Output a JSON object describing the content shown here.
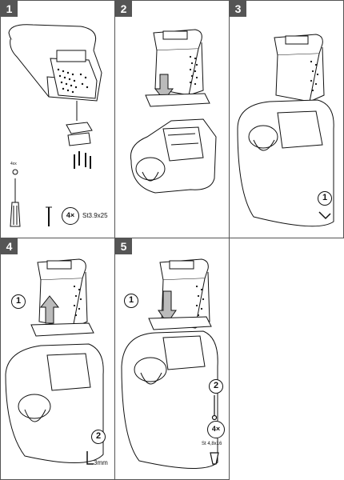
{
  "colors": {
    "badge": "#555555",
    "line": "#111111",
    "arrow": "#999999"
  },
  "panels": [
    {
      "number": "1",
      "screw_qty": "4×",
      "screw_spec": "St3.9x25",
      "tiny_label": "4xx",
      "icons": [
        "armrest-icon",
        "mounting-bracket-icon",
        "screw-icon",
        "screwdriver-icon"
      ]
    },
    {
      "number": "2",
      "icons": [
        "armrest-icon",
        "down-arrow-icon",
        "console-icon"
      ]
    },
    {
      "number": "3",
      "step": "1",
      "icons": [
        "armrest-icon",
        "console-icon",
        "clip-icon"
      ]
    },
    {
      "number": "4",
      "step1": "1",
      "step2": "2",
      "tool_label": "3mm",
      "icons": [
        "armrest-icon",
        "up-arrow-icon",
        "console-icon",
        "hex-key-icon"
      ]
    },
    {
      "number": "5",
      "step1": "1",
      "step2": "2",
      "screw_qty": "4×",
      "screw_spec": "St 4,8x16",
      "icons": [
        "armrest-icon",
        "down-arrow-icon",
        "console-icon",
        "screw-icon"
      ]
    }
  ]
}
